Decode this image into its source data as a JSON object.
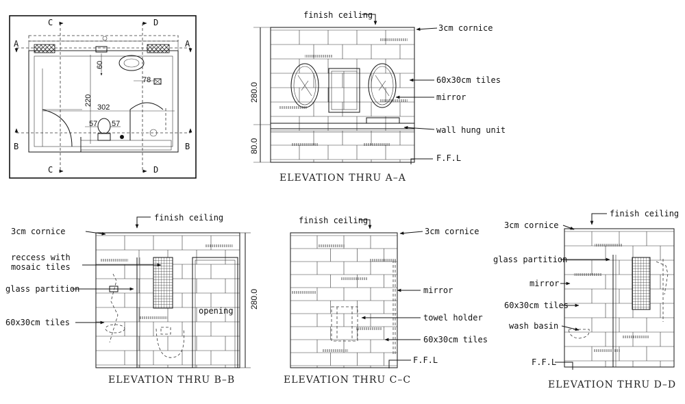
{
  "plan": {
    "sections": [
      "A",
      "A",
      "B",
      "B",
      "C",
      "C",
      "D",
      "D"
    ],
    "dims": {
      "d60": "60",
      "d78": "78",
      "d220": "220",
      "d302": "302",
      "d57a": "57",
      "d57b": "57"
    }
  },
  "aa": {
    "title": "ELEVATION  THRU  A–A",
    "labels": {
      "ceiling": "finish ceiling",
      "cornice": "3cm cornice",
      "tiles": "60x30cm tiles",
      "mirror": "mirror",
      "unit": "wall hung unit",
      "ffl": "F.F.L"
    },
    "dims": {
      "h280": "280.0",
      "h80": "80.0"
    }
  },
  "bb": {
    "title": "ELEVATION  THRU  B–B",
    "labels": {
      "ceiling": "finish ceiling",
      "cornice": "3cm cornice",
      "reccess1": "reccess with",
      "reccess2": "mosaic tiles",
      "glass": "glass partition",
      "tiles": "60x30cm tiles",
      "opening": "opening"
    },
    "dims": {
      "h280": "280.0"
    }
  },
  "cc": {
    "title": "ELEVATION  THRU  C–C",
    "labels": {
      "ceiling": "finish ceiling",
      "cornice": "3cm cornice",
      "mirror": "mirror",
      "towel": "towel holder",
      "tiles": "60x30cm tiles",
      "ffl": "F.F.L"
    }
  },
  "dd": {
    "title": "ELEVATION  THRU  D–D",
    "labels": {
      "cornice": "3cm cornice",
      "ceiling": "finish ceiling",
      "glass": "glass partition",
      "mirror": "mirror",
      "tiles": "60x30cm tiles",
      "basin": "wash basin",
      "ffl": "F.F.L"
    }
  }
}
